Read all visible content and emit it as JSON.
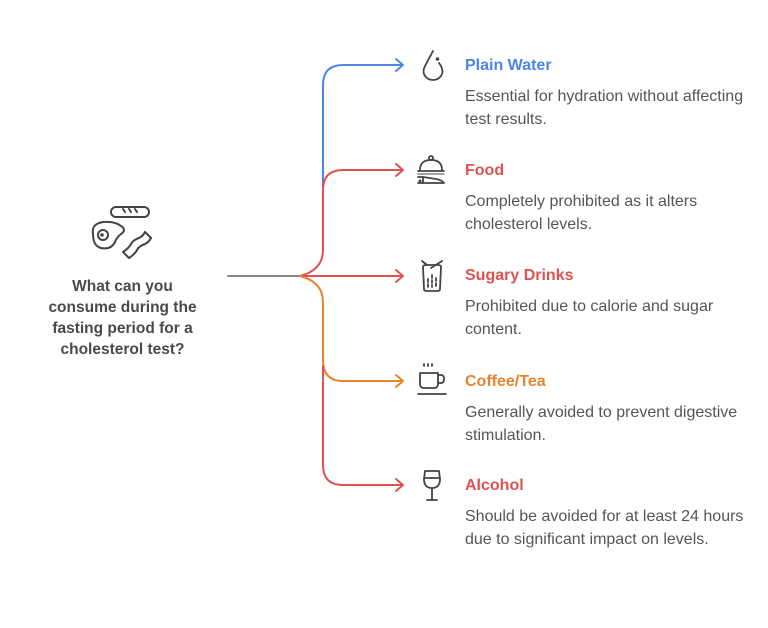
{
  "hub": {
    "icon": "breakfast-food-icon",
    "title": "What can you consume during the fasting period for a cholesterol test?"
  },
  "colors": {
    "blue": "#4a86e8",
    "red": "#e05252",
    "orange": "#e8832e",
    "trunk": "#888888",
    "icon": "#444444",
    "text": "#555555"
  },
  "branches": [
    {
      "title": "Plain Water",
      "description": "Essential for hydration without affecting test results.",
      "icon": "water-drop-icon",
      "color": "#4a86e8"
    },
    {
      "title": "Food",
      "description": "Completely prohibited as it alters cholesterol levels.",
      "icon": "serving-cloche-icon",
      "color": "#e05252"
    },
    {
      "title": "Sugary Drinks",
      "description": "Prohibited due to calorie and sugar content.",
      "icon": "soda-cup-icon",
      "color": "#e05252"
    },
    {
      "title": "Coffee/Tea",
      "description": "Generally avoided to prevent digestive stimulation.",
      "icon": "coffee-cup-icon",
      "color": "#e8832e"
    },
    {
      "title": "Alcohol",
      "description": "Should be avoided for at least 24 hours due to significant impact on levels.",
      "icon": "wine-glass-icon",
      "color": "#e05252"
    }
  ]
}
